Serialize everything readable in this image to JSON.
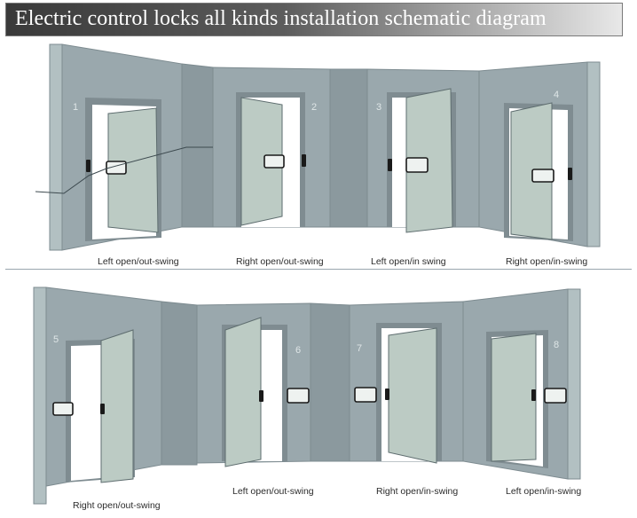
{
  "title": "Electric control locks all kinds installation schematic diagram",
  "colors": {
    "wall": "#9aa8ad",
    "wall_dark": "#8b999e",
    "wall_end": "#b2c0c2",
    "frame_shadow": "#7f8c91",
    "door": "#bccbc4",
    "opening": "#ffffff",
    "outline": "#3d4a4f",
    "lock": "#1a1a1a"
  },
  "top_row": [
    {
      "number": "1",
      "caption": "Left open/out-swing"
    },
    {
      "number": "2",
      "caption": "Right open/out-swing"
    },
    {
      "number": "3",
      "caption": "Left open/in swing"
    },
    {
      "number": "4",
      "caption": "Right open/in-swing"
    }
  ],
  "bottom_row": [
    {
      "number": "5",
      "caption": "Right open/out-swing"
    },
    {
      "number": "6",
      "caption": "Left open/out-swing"
    },
    {
      "number": "7",
      "caption": "Right open/in-swing"
    },
    {
      "number": "8",
      "caption": "Left open/in-swing"
    }
  ]
}
